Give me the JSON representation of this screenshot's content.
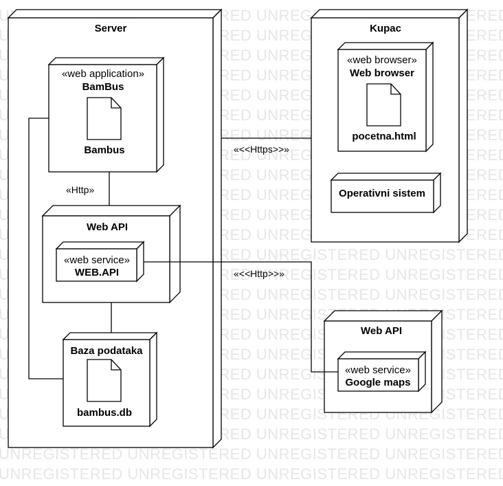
{
  "watermark": {
    "text": "UNREGISTERED"
  },
  "nodes": {
    "server": {
      "title": "Server"
    },
    "client": {
      "title": "Kupac"
    },
    "external_api": {
      "title": "Web API"
    }
  },
  "components": {
    "bambus_app": {
      "stereotype": "«web application»",
      "name": "BamBus",
      "artifact": "Bambus"
    },
    "web_api_node": {
      "title": "Web API"
    },
    "web_api_service": {
      "stereotype": "«web service»",
      "name": "WEB.API"
    },
    "database": {
      "title": "Baza podataka",
      "artifact": "bambus.db"
    },
    "web_browser": {
      "stereotype": "«web browser»",
      "name": "Web browser",
      "artifact": "pocetna.html"
    },
    "os": {
      "name": "Operativni sistem"
    },
    "google_maps": {
      "stereotype": "«web service»",
      "name": "Google maps"
    }
  },
  "connectors": {
    "http_internal": "«Http»",
    "https_external": "«<<Https>>»",
    "http_external": "«<<Http>>»"
  }
}
